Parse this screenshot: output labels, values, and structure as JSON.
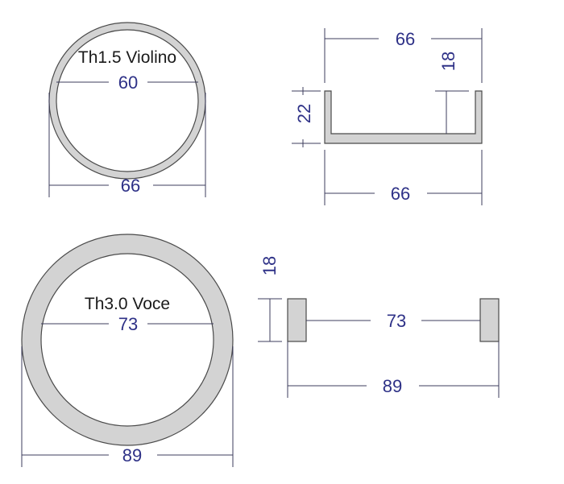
{
  "ring_small": {
    "label": "Th1.5 Violino",
    "inner_dim": "60",
    "outer_dim": "66"
  },
  "ring_large": {
    "label": "Th3.0 Voce",
    "inner_dim": "73",
    "outer_dim": "89"
  },
  "channel_section": {
    "top_width": "66",
    "inner_height": "18",
    "outer_height": "22",
    "bottom_width": "66"
  },
  "flat_section": {
    "height": "18",
    "inner_dim": "73",
    "outer_dim": "89"
  },
  "colors": {
    "dimension_text": "#2e3187",
    "part_fill": "#d3d3d3"
  }
}
